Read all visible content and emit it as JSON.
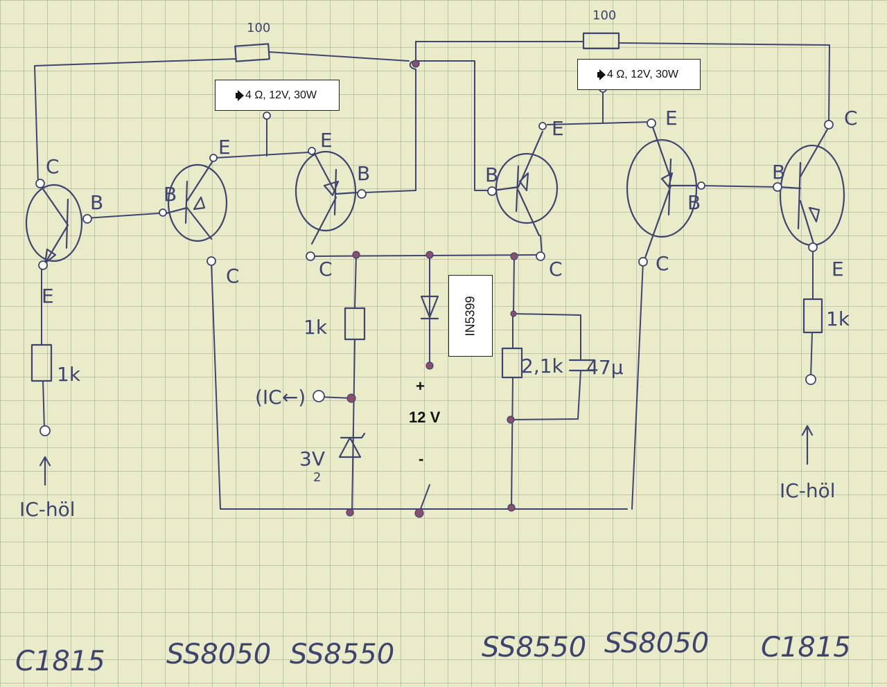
{
  "speaker_left": {
    "label": "4 Ω, 12V, 30W",
    "icon": "speaker-icon"
  },
  "speaker_right": {
    "label": "4 Ω, 12V, 30W",
    "icon": "speaker-icon"
  },
  "diode_label": "IN5399",
  "supply": {
    "plus": "+",
    "voltage": "12 V",
    "minus": "-"
  },
  "resistors": {
    "top_left": "100",
    "top_right": "100",
    "left_base": "1k",
    "right_base": "1k",
    "zener_feed": "1k",
    "bias": "2,1k"
  },
  "capacitor": "47µ",
  "zener": {
    "value": "3V",
    "sub": "2"
  },
  "ic_tap": "(IC←)",
  "inputs": {
    "left": "IC-höl",
    "right": "IC-höl"
  },
  "pins": {
    "B": "B",
    "C": "C",
    "E": "E"
  },
  "parts": [
    "C1815",
    "SS8050",
    "SS8550",
    "SS8550",
    "SS8050",
    "C1815"
  ]
}
